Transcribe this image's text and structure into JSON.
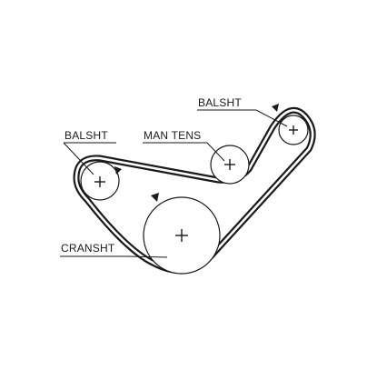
{
  "diagram": {
    "type": "timing-belt-routing",
    "labels": {
      "balshaft_right": "BALSHT",
      "balshaft_left": "BALSHT",
      "man_tens": "MAN TENS",
      "crankshaft": "CRANSHT"
    },
    "pulleys": [
      {
        "id": "balshaft-right",
        "label_key": "balshaft_right",
        "has_rotation_marker": true
      },
      {
        "id": "balshaft-left",
        "label_key": "balshaft_left",
        "has_rotation_marker": true
      },
      {
        "id": "manual-tensioner",
        "label_key": "man_tens",
        "has_rotation_marker": false
      },
      {
        "id": "crankshaft",
        "label_key": "crankshaft",
        "has_rotation_marker": true
      }
    ],
    "colors": {
      "line": "#1a1a1a",
      "background": "#ffffff"
    }
  }
}
